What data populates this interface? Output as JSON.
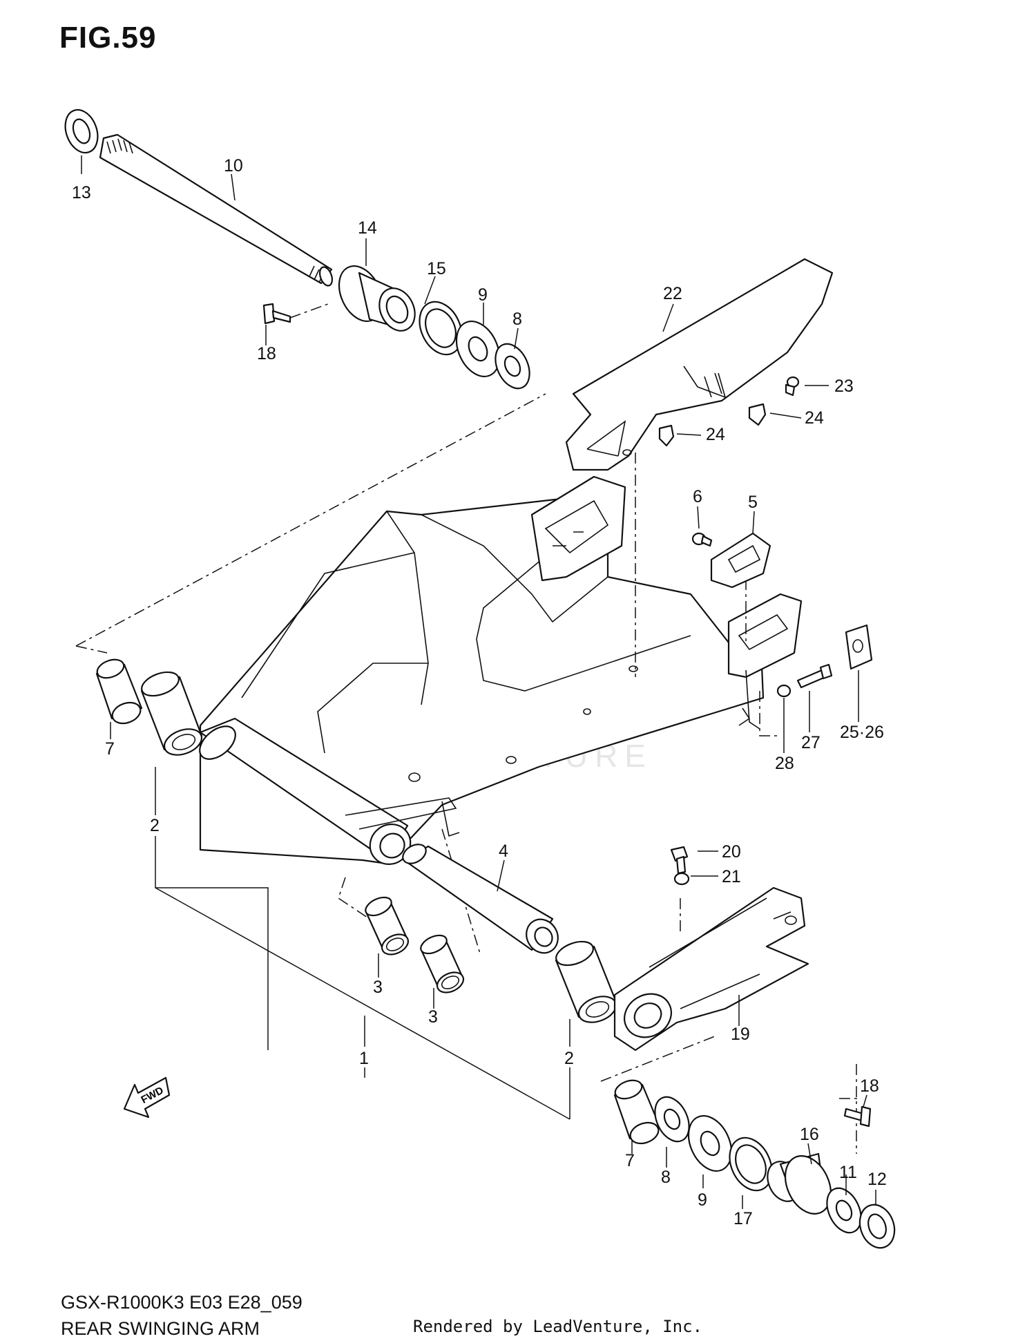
{
  "figure": {
    "title": "FIG.59"
  },
  "callouts": [
    {
      "id": "c13",
      "text": "13"
    },
    {
      "id": "c10",
      "text": "10"
    },
    {
      "id": "c14",
      "text": "14"
    },
    {
      "id": "c15",
      "text": "15"
    },
    {
      "id": "c9a",
      "text": "9"
    },
    {
      "id": "c8a",
      "text": "8"
    },
    {
      "id": "c18a",
      "text": "18"
    },
    {
      "id": "c22",
      "text": "22"
    },
    {
      "id": "c23",
      "text": "23"
    },
    {
      "id": "c24a",
      "text": "24"
    },
    {
      "id": "c24b",
      "text": "24"
    },
    {
      "id": "c6",
      "text": "6"
    },
    {
      "id": "c5",
      "text": "5"
    },
    {
      "id": "c2526",
      "text": "25·26"
    },
    {
      "id": "c27",
      "text": "27"
    },
    {
      "id": "c28",
      "text": "28"
    },
    {
      "id": "c7a",
      "text": "7"
    },
    {
      "id": "c2a",
      "text": "2"
    },
    {
      "id": "c4",
      "text": "4"
    },
    {
      "id": "c20",
      "text": "20"
    },
    {
      "id": "c21",
      "text": "21"
    },
    {
      "id": "c3a",
      "text": "3"
    },
    {
      "id": "c3b",
      "text": "3"
    },
    {
      "id": "c1",
      "text": "1"
    },
    {
      "id": "c19",
      "text": "19"
    },
    {
      "id": "c2b",
      "text": "2"
    },
    {
      "id": "c18b",
      "text": "18"
    },
    {
      "id": "c16",
      "text": "16"
    },
    {
      "id": "c7b",
      "text": "7"
    },
    {
      "id": "c11",
      "text": "11"
    },
    {
      "id": "c12",
      "text": "12"
    },
    {
      "id": "c8b",
      "text": "8"
    },
    {
      "id": "c9b",
      "text": "9"
    },
    {
      "id": "c17",
      "text": "17"
    }
  ],
  "fwd_label": "FWD",
  "watermark": "LEADVENTURE",
  "footer": {
    "model_code": "GSX-R1000K3 E03 E28_059",
    "title": "REAR SWINGING ARM",
    "rendered_by": "Rendered by LeadVenture, Inc."
  }
}
